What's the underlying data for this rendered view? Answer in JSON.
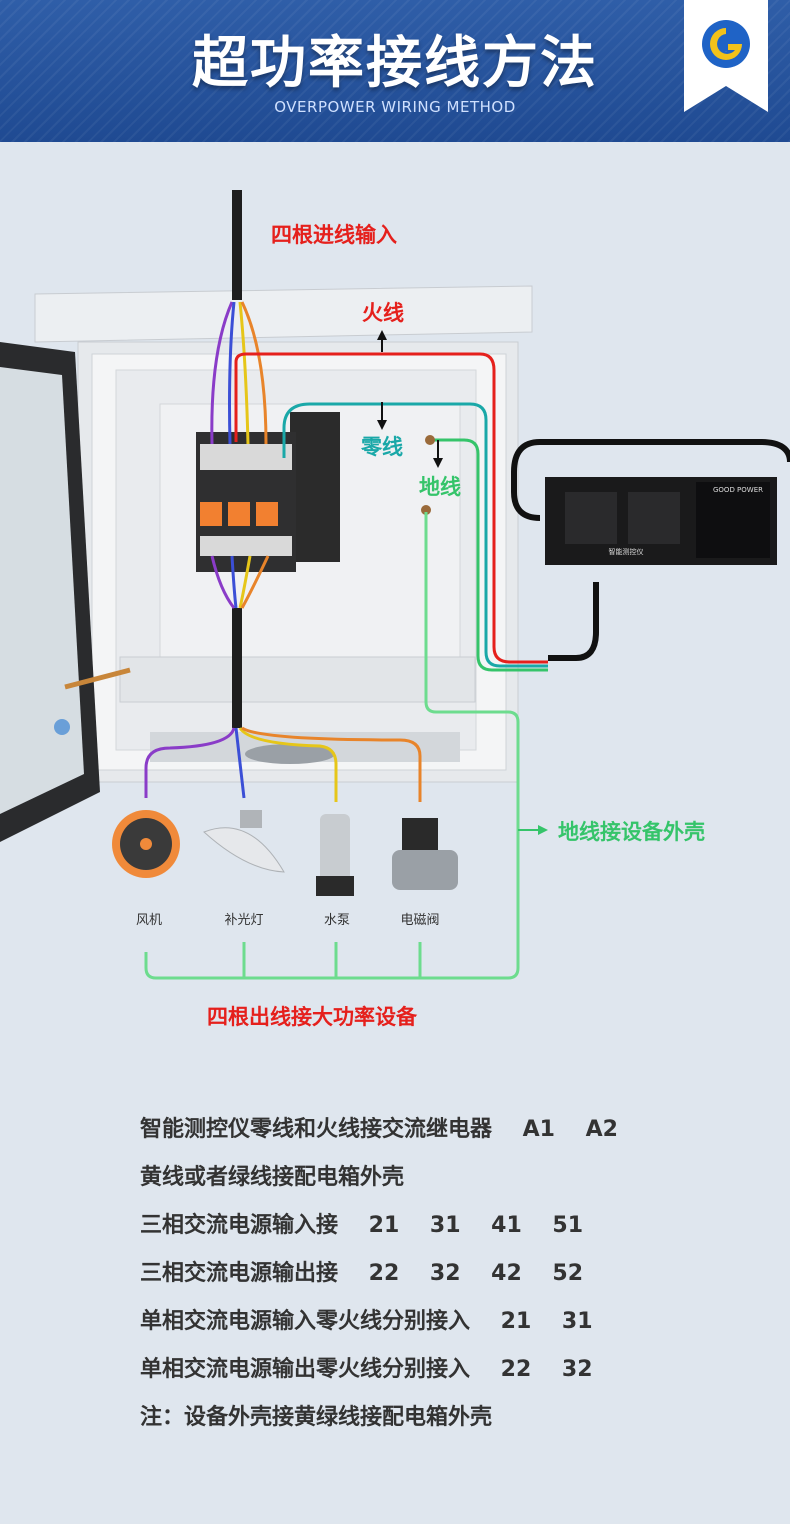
{
  "header": {
    "title": "超功率接线方法",
    "subtitle": "OVERPOWER WIRING METHOD",
    "logo_letter": "G"
  },
  "diagram": {
    "input_label": "四根进线输入",
    "live_label": "火线",
    "neutral_label": "零线",
    "ground_label": "地线",
    "ground_to_shell_label": "地线接设备外壳",
    "output_label": "四根出线接大功率设备",
    "controller_brand": "GOOD POWER",
    "controller_name": "智能测控仪",
    "devices": [
      {
        "label": "风机",
        "icon": "fan-icon"
      },
      {
        "label": "补光灯",
        "icon": "lamp-icon"
      },
      {
        "label": "水泵",
        "icon": "pump-icon"
      },
      {
        "label": "电磁阀",
        "icon": "valve-icon"
      }
    ]
  },
  "notes": [
    "智能测控仪零线和火线接交流继电器    A1    A2",
    "黄线或者绿线接配电箱外壳",
    "三相交流电源输入接    21    31    41    51",
    "三相交流电源输出接    22    32    42    52",
    "单相交流电源输入零火线分别接入    21    31",
    "单相交流电源输出零火线分别接入    22    32",
    "注：设备外壳接黄绿线接配电箱外壳"
  ],
  "colors": {
    "header_blue": "#1f4a92",
    "live_red": "#e5201c",
    "neutral_cyan": "#1aa8a8",
    "ground_green": "#35c46a",
    "wire_purple": "#8a3cc8",
    "wire_yellow": "#e6c619",
    "wire_orange": "#e8842a",
    "wire_blue": "#3b4fd6"
  }
}
